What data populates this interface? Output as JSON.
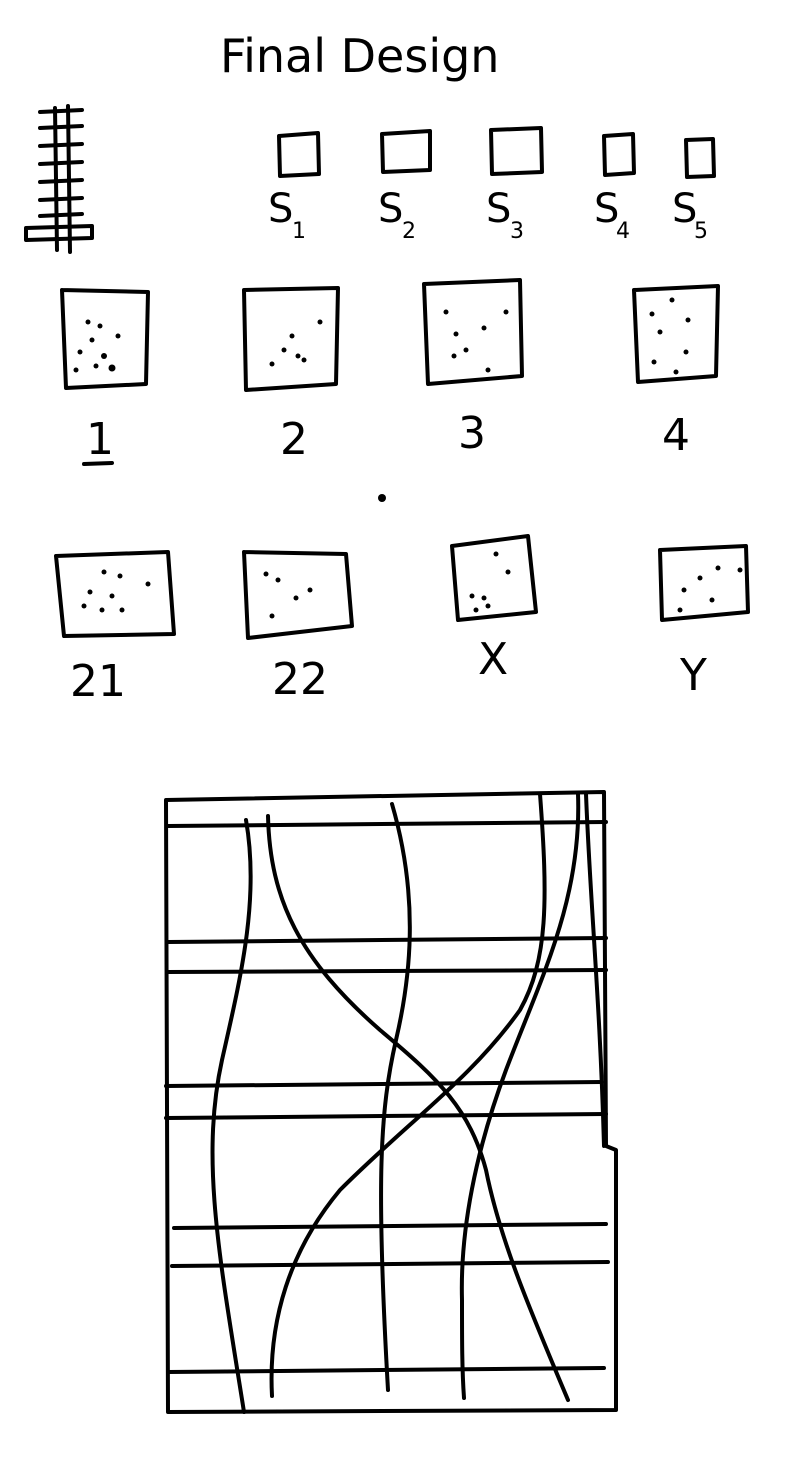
{
  "title": "Final Design",
  "stations": [
    {
      "letter": "S",
      "sub": "1"
    },
    {
      "letter": "S",
      "sub": "2"
    },
    {
      "letter": "S",
      "sub": "3"
    },
    {
      "letter": "S",
      "sub": "4"
    },
    {
      "letter": "S",
      "sub": "5"
    }
  ],
  "plots_row1": [
    "1",
    "2",
    "3",
    "4"
  ],
  "plots_row2": [
    "21",
    "22",
    "X",
    "Y"
  ]
}
